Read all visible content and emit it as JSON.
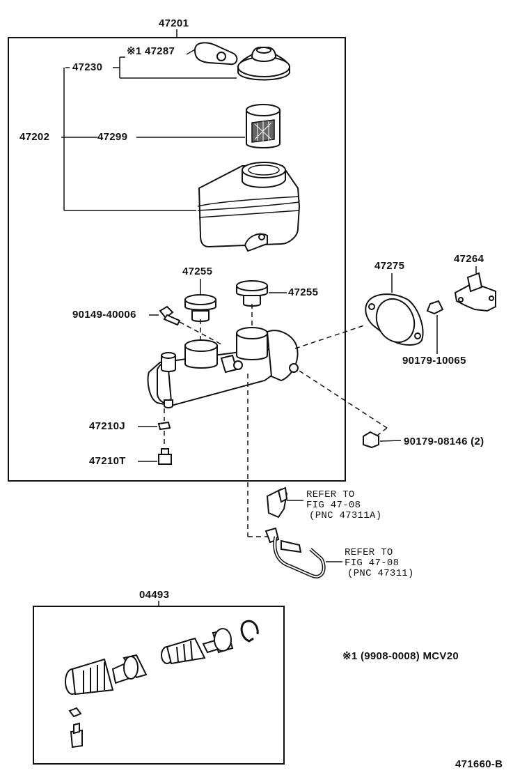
{
  "labels": {
    "assembly_master_cylinder": "47201",
    "reservoir_sub_assy": "47202",
    "reservoir_cap_assy": "47230",
    "cap_diaphragm": "※1 47287",
    "strainer": "47299",
    "grommet_left": "47255",
    "grommet_right": "47255",
    "union_bolt": "90149-40006",
    "gasket_plate": "47275",
    "bracket": "47264",
    "nut_bracket": "90179-10065",
    "washer": "47210J",
    "bolt": "47210T",
    "nut_master": "90179-08146 (2)",
    "repair_kit": "04493",
    "footnote": "※1 (9908-0008) MCV20",
    "figure_code": "471660-B"
  },
  "refer_upper": {
    "line1": "REFER TO",
    "line2": "FIG 47-08",
    "line3": "(PNC 47311A)"
  },
  "refer_lower": {
    "line1": "REFER TO",
    "line2": "FIG 47-08",
    "line3": "(PNC 47311)"
  }
}
